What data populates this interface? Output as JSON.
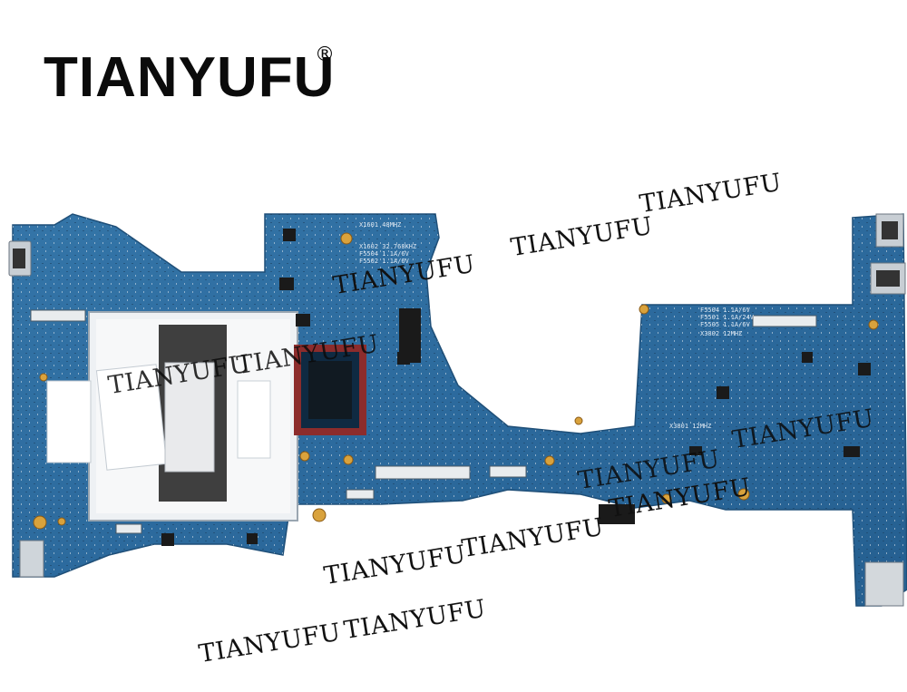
{
  "brand": {
    "name": "TIANYUFU",
    "mark": "®"
  },
  "watermarks": [
    "TIANYUFU",
    "TIANYUFU",
    "TIANYUFU",
    "TIANYUFU",
    "TIANYUFU",
    "TIANYUFU",
    "TIANYUFU",
    "TIANYUFU",
    "TIANYUFU",
    "TIANYUFU",
    "TIANYUFU",
    "TIANYUFU"
  ],
  "board": {
    "color": "#2e6a9c",
    "silkscreen": {
      "crystal_1": "X1601 48MHZ",
      "crystal_2": "X1602 32.768KHZ",
      "fuse_1": "F5504 1.1A/6V",
      "fuse_2": "F5502 1.1A/6V",
      "fuse_3": "F5504 1.1A/6V",
      "fuse_4": "F5501 1.1A/24V",
      "fuse_5": "F5505 1.1A/6V",
      "crystal_3": "X3802 12MHZ",
      "crystal_4": "X3801 12MHZ"
    }
  }
}
